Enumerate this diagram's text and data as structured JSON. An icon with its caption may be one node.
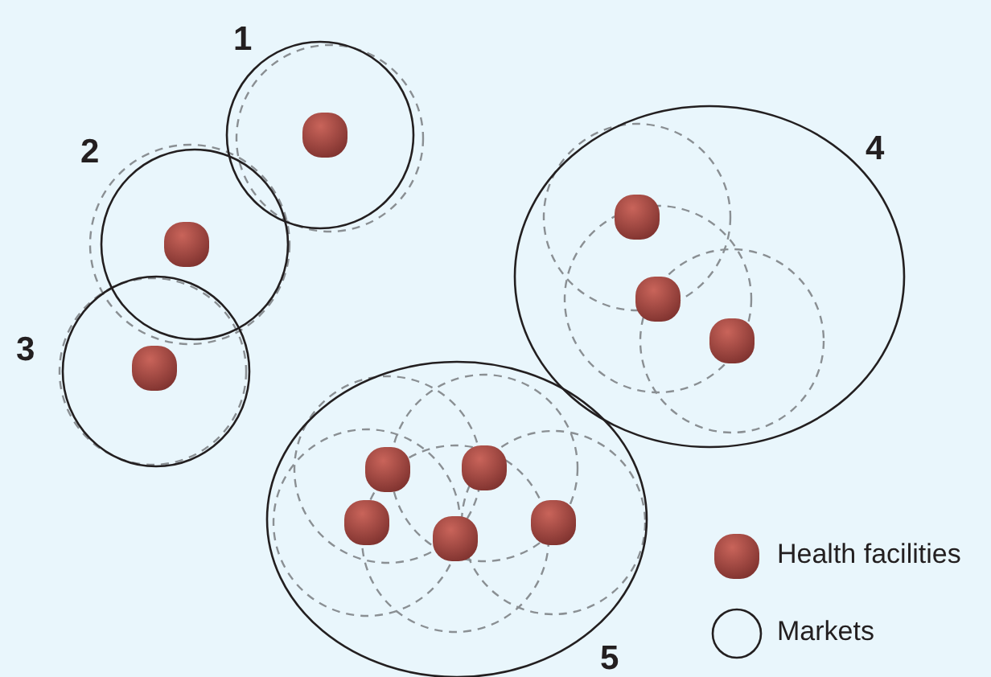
{
  "diagram": {
    "labels": [
      "1",
      "2",
      "4",
      "3",
      "5"
    ],
    "legend": [
      {
        "text": "Health facilities"
      },
      {
        "text": "Markets"
      }
    ]
  }
}
